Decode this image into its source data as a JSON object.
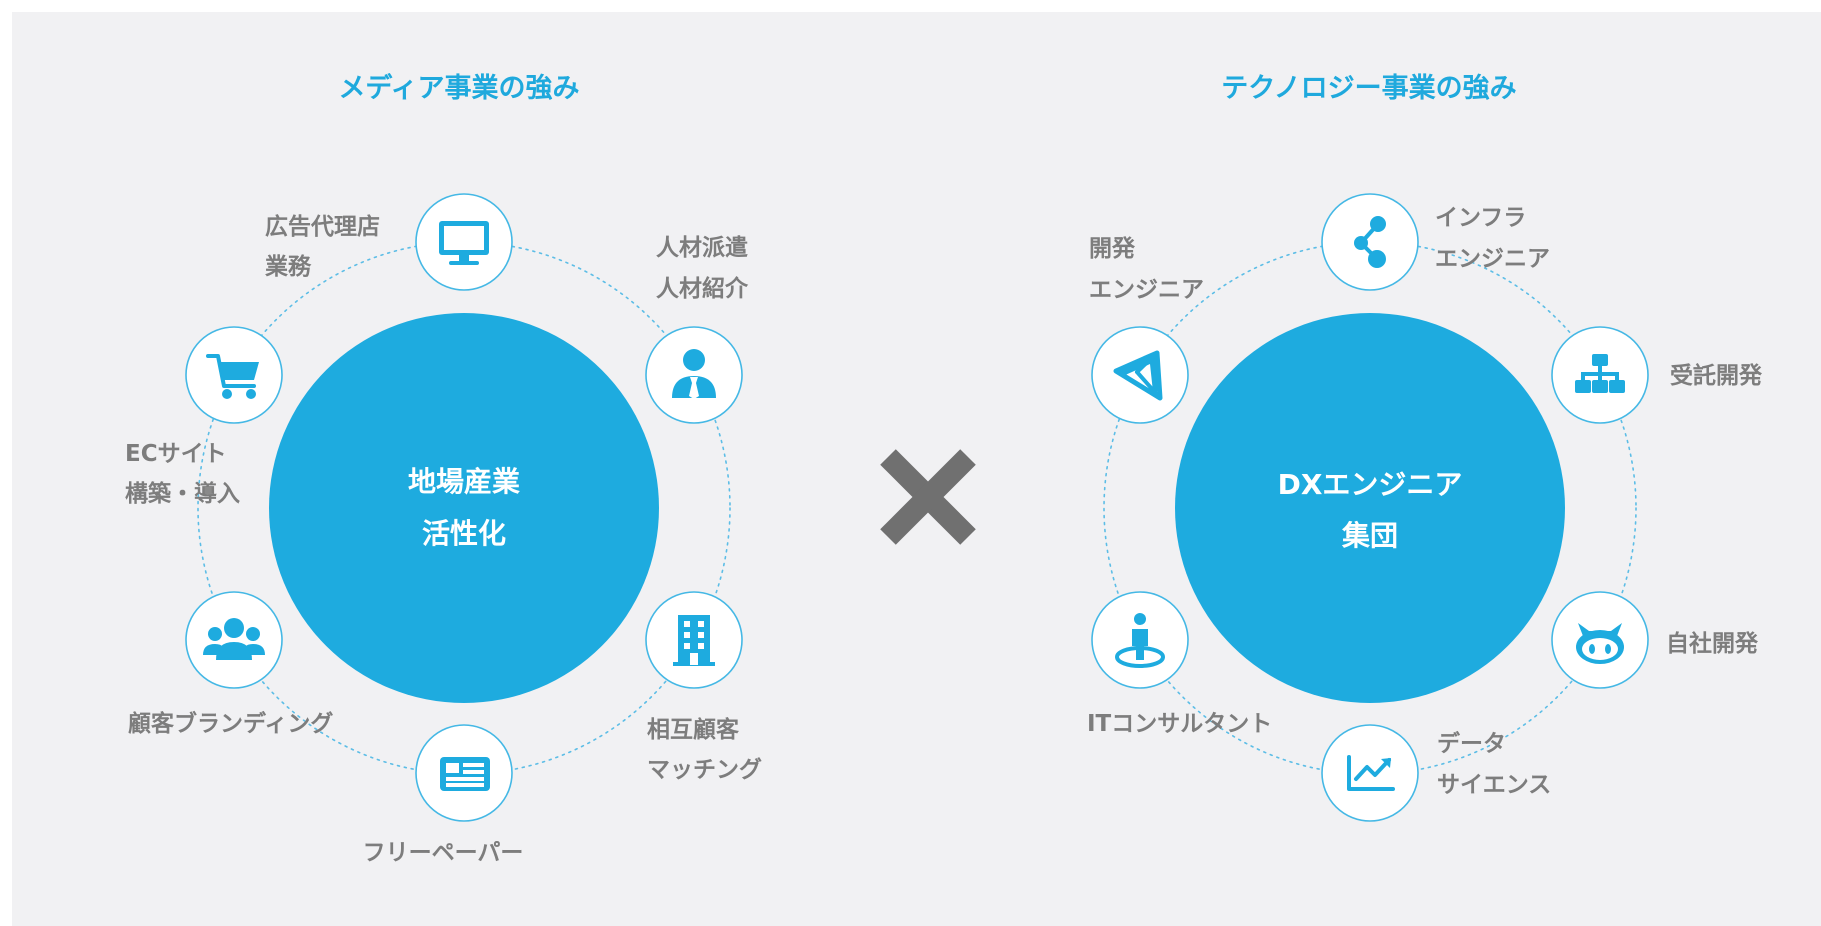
{
  "media": {
    "title": "メディア事業の強み",
    "center": [
      "地場産業",
      "活性化"
    ],
    "nodes": [
      {
        "icon": "monitor-icon",
        "label": [
          "広告代理店",
          "業務"
        ]
      },
      {
        "icon": "businessman-icon",
        "label": [
          "人材派遣",
          "人材紹介"
        ]
      },
      {
        "icon": "building-icon",
        "label": [
          "相互顧客",
          "マッチング"
        ]
      },
      {
        "icon": "newspaper-icon",
        "label": [
          "フリーペーパー"
        ]
      },
      {
        "icon": "users-icon",
        "label": [
          "顧客ブランディング"
        ]
      },
      {
        "icon": "shopping-cart-icon",
        "label": [
          "ECサイト",
          "構築・導入"
        ]
      }
    ]
  },
  "multiply_symbol": "multiply-cross-icon",
  "technology": {
    "title": "テクノロジー事業の強み",
    "center": [
      "DXエンジニア",
      "集団"
    ],
    "nodes": [
      {
        "icon": "share-nodes-icon",
        "label": [
          "インフラ",
          "エンジニア"
        ]
      },
      {
        "icon": "sitemap-icon",
        "label": [
          "受託開発"
        ]
      },
      {
        "icon": "github-octocat-icon",
        "label": [
          "自社開発"
        ]
      },
      {
        "icon": "chart-line-icon",
        "label": [
          "データ",
          "サイエンス"
        ]
      },
      {
        "icon": "person-pin-icon",
        "label": [
          "ITコンサルタント"
        ]
      },
      {
        "icon": "unity-logo-icon",
        "label": [
          "開発",
          "エンジニア"
        ]
      }
    ]
  },
  "colors": {
    "accent": "#1eabdf",
    "label": "#7d7d7d",
    "background": "#f1f1f3",
    "cross": "#707070"
  }
}
